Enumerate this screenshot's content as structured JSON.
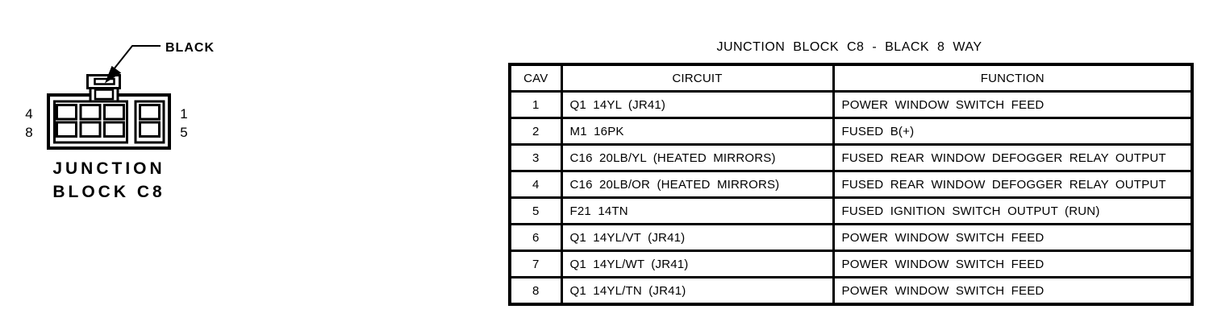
{
  "colors": {
    "ink": "#000000",
    "background": "#ffffff"
  },
  "diagram": {
    "connector_color_label": "BLACK",
    "caption_line1": "JUNCTION",
    "caption_line2": "BLOCK C8",
    "pins": {
      "left_top": "4",
      "left_bottom": "8",
      "right_top": "1",
      "right_bottom": "5"
    }
  },
  "table": {
    "title": "JUNCTION BLOCK C8 - BLACK 8 WAY",
    "headers": [
      "CAV",
      "CIRCUIT",
      "FUNCTION"
    ],
    "rows": [
      {
        "cav": "1",
        "circuit": "Q1 14YL (JR41)",
        "function": "POWER WINDOW SWITCH FEED"
      },
      {
        "cav": "2",
        "circuit": "M1 16PK",
        "function": "FUSED B(+)"
      },
      {
        "cav": "3",
        "circuit": "C16 20LB/YL (HEATED MIRRORS)",
        "function": "FUSED REAR WINDOW DEFOGGER RELAY OUTPUT"
      },
      {
        "cav": "4",
        "circuit": "C16 20LB/OR (HEATED MIRRORS)",
        "function": "FUSED REAR WINDOW DEFOGGER RELAY OUTPUT"
      },
      {
        "cav": "5",
        "circuit": "F21 14TN",
        "function": "FUSED IGNITION SWITCH OUTPUT (RUN)"
      },
      {
        "cav": "6",
        "circuit": "Q1 14YL/VT (JR41)",
        "function": "POWER WINDOW SWITCH FEED"
      },
      {
        "cav": "7",
        "circuit": "Q1 14YL/WT (JR41)",
        "function": "POWER WINDOW SWITCH FEED"
      },
      {
        "cav": "8",
        "circuit": "Q1 14YL/TN (JR41)",
        "function": "POWER WINDOW SWITCH FEED"
      }
    ]
  }
}
